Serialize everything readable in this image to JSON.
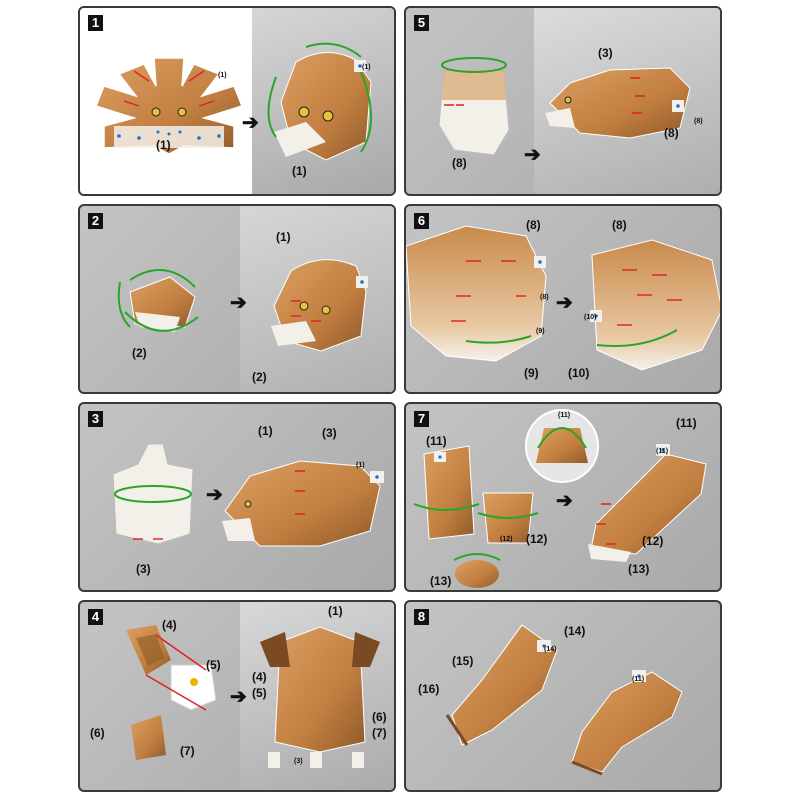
{
  "colors": {
    "fur": "#c98a4b",
    "fur_dark": "#7a4a22",
    "paper": "#f3f0ea",
    "green": "#2aa52a",
    "red": "#e02020",
    "tab_dot": "#1f6fd6"
  },
  "steps": [
    {
      "num": "1",
      "labels": {
        "a": "(1)",
        "b": "(1)",
        "tab": "(1)",
        "tab2": "(1)"
      }
    },
    {
      "num": "2",
      "labels": {
        "a": "(2)",
        "b": "(1)",
        "c": "(2)"
      }
    },
    {
      "num": "3",
      "labels": {
        "a": "(3)",
        "b": "(1)",
        "c": "(3)",
        "tab": "(1)"
      }
    },
    {
      "num": "4",
      "labels": {
        "a": "(4)",
        "b": "(5)",
        "c": "(6)",
        "d": "(7)",
        "e": "(1)",
        "f": "(4)",
        "g": "(5)",
        "h": "(6)",
        "i": "(7)",
        "tab": "(3)"
      }
    },
    {
      "num": "5",
      "labels": {
        "a": "(8)",
        "b": "(3)",
        "c": "(8)",
        "tab": "(8)"
      }
    },
    {
      "num": "6",
      "labels": {
        "a": "(8)",
        "b": "(9)",
        "c": "(8)",
        "d": "(10)",
        "tab1": "(8)",
        "tab2": "(9)",
        "tab3": "(10)"
      }
    },
    {
      "num": "7",
      "labels": {
        "a": "(11)",
        "b": "(12)",
        "c": "(13)",
        "d": "(11)",
        "e": "(12)",
        "f": "(13)",
        "tab1": "(11)",
        "tab2": "(12)",
        "tab3": "(11)"
      }
    },
    {
      "num": "8",
      "labels": {
        "a": "(14)",
        "b": "(15)",
        "c": "(16)",
        "tab1": "(14)",
        "tab2": "(11)"
      }
    }
  ],
  "arrow_glyph": "➔"
}
